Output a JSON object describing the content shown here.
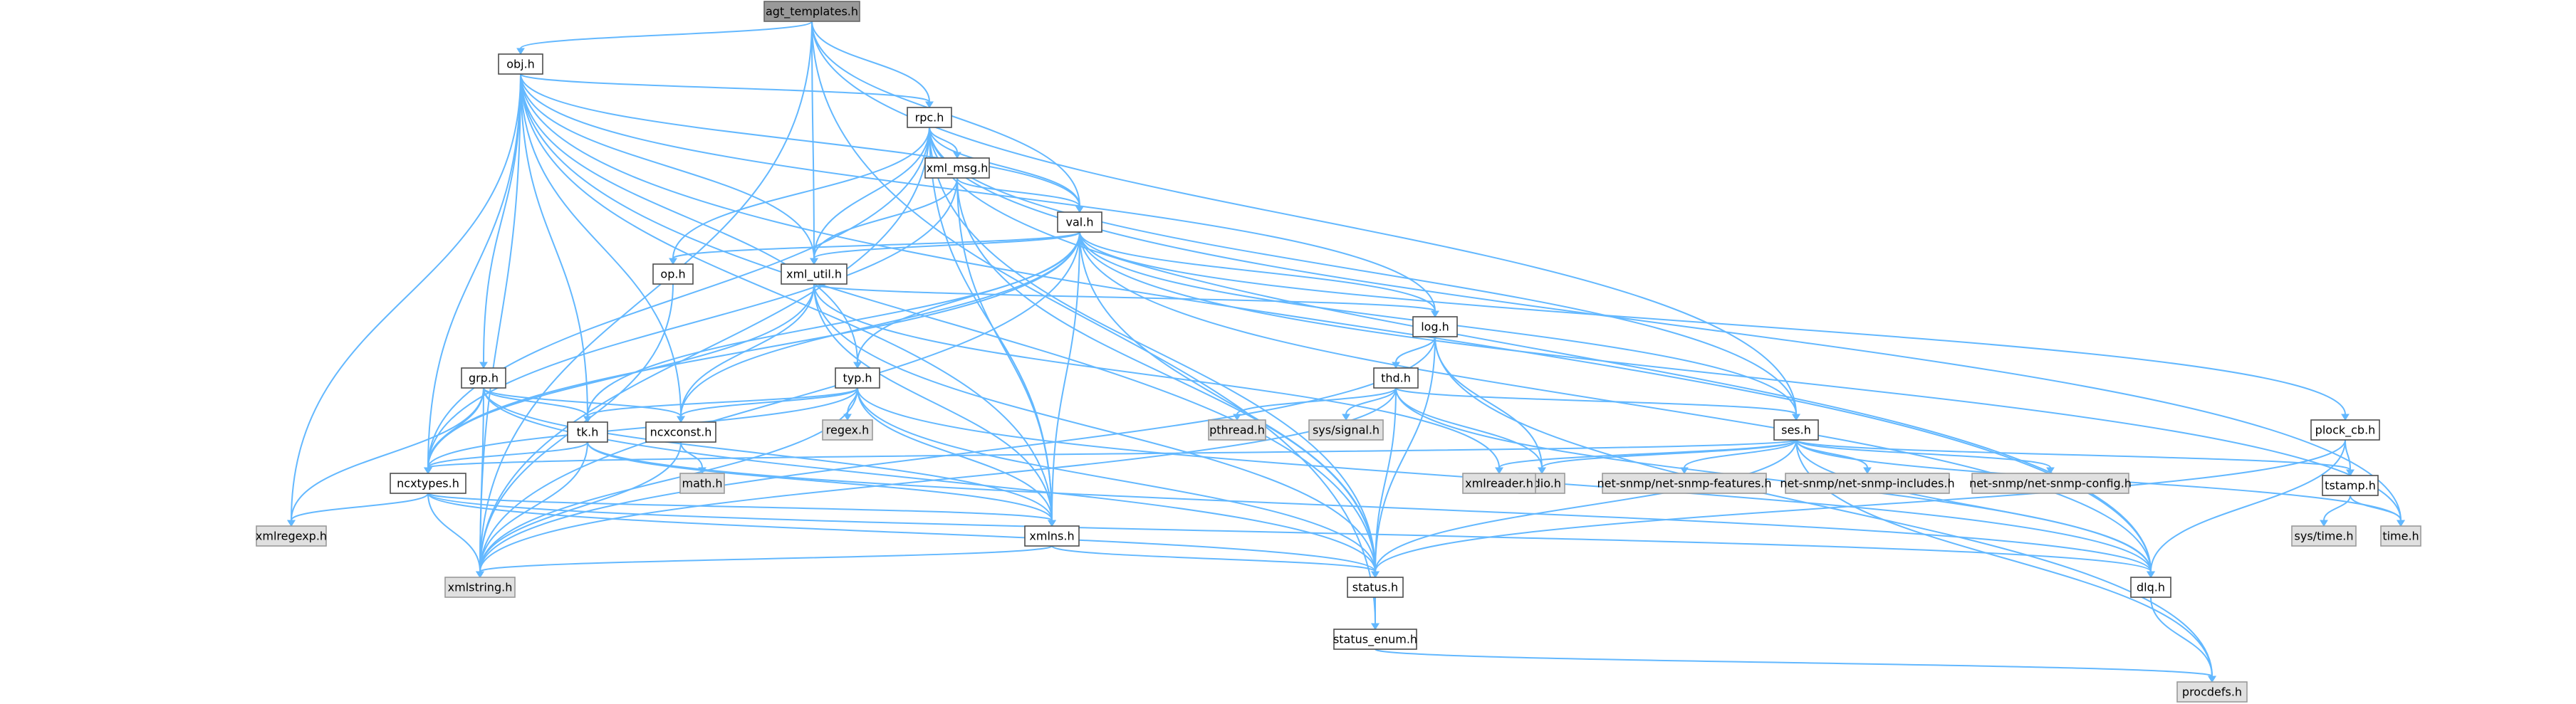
{
  "colors": {
    "edge": "#63b8ff",
    "node_border": "#4c4c4c",
    "node_fill": "#ffffff",
    "external_fill": "#e0e0e0",
    "root_fill": "#999999"
  },
  "nodes": [
    {
      "id": "agt_templates_h",
      "label": "agt_templates.h",
      "kind": "root"
    },
    {
      "id": "obj_h",
      "label": "obj.h",
      "kind": "normal"
    },
    {
      "id": "rpc_h",
      "label": "rpc.h",
      "kind": "normal"
    },
    {
      "id": "xml_msg_h",
      "label": "xml_msg.h",
      "kind": "normal"
    },
    {
      "id": "val_h",
      "label": "val.h",
      "kind": "normal"
    },
    {
      "id": "op_h",
      "label": "op.h",
      "kind": "normal"
    },
    {
      "id": "xml_util_h",
      "label": "xml_util.h",
      "kind": "normal"
    },
    {
      "id": "log_h",
      "label": "log.h",
      "kind": "normal"
    },
    {
      "id": "thd_h",
      "label": "thd.h",
      "kind": "normal"
    },
    {
      "id": "grp_h",
      "label": "grp.h",
      "kind": "normal"
    },
    {
      "id": "typ_h",
      "label": "typ.h",
      "kind": "normal"
    },
    {
      "id": "tk_h",
      "label": "tk.h",
      "kind": "normal"
    },
    {
      "id": "ncxconst_h",
      "label": "ncxconst.h",
      "kind": "normal"
    },
    {
      "id": "ses_h",
      "label": "ses.h",
      "kind": "normal"
    },
    {
      "id": "plock_cb_h",
      "label": "plock_cb.h",
      "kind": "normal"
    },
    {
      "id": "ncxtypes_h",
      "label": "ncxtypes.h",
      "kind": "normal"
    },
    {
      "id": "xmlns_h",
      "label": "xmlns.h",
      "kind": "normal"
    },
    {
      "id": "tstamp_h",
      "label": "tstamp.h",
      "kind": "normal"
    },
    {
      "id": "status_h",
      "label": "status.h",
      "kind": "normal"
    },
    {
      "id": "dlq_h",
      "label": "dlq.h",
      "kind": "normal"
    },
    {
      "id": "status_enum_h",
      "label": "status_enum.h",
      "kind": "normal"
    },
    {
      "id": "pthread_h",
      "label": "pthread.h",
      "kind": "external"
    },
    {
      "id": "sys_signal_h",
      "label": "sys/signal.h",
      "kind": "external"
    },
    {
      "id": "regex_h",
      "label": "regex.h",
      "kind": "external"
    },
    {
      "id": "math_h",
      "label": "math.h",
      "kind": "external"
    },
    {
      "id": "stdio_h",
      "label": "stdio.h",
      "kind": "external"
    },
    {
      "id": "xmlreader_h",
      "label": "xmlreader.h",
      "kind": "external"
    },
    {
      "id": "netsnmp_features_h",
      "label": "net-snmp/net-snmp-features.h",
      "kind": "external"
    },
    {
      "id": "netsnmp_includes_h",
      "label": "net-snmp/net-snmp-includes.h",
      "kind": "external"
    },
    {
      "id": "netsnmp_config_h",
      "label": "net-snmp/net-snmp-config.h",
      "kind": "external"
    },
    {
      "id": "sys_time_h",
      "label": "sys/time.h",
      "kind": "external"
    },
    {
      "id": "time_h",
      "label": "time.h",
      "kind": "external"
    },
    {
      "id": "xmlregexp_h",
      "label": "xmlregexp.h",
      "kind": "external"
    },
    {
      "id": "xmlstring_h",
      "label": "xmlstring.h",
      "kind": "external"
    },
    {
      "id": "procdefs_h",
      "label": "procdefs.h",
      "kind": "external"
    }
  ],
  "edges": [
    [
      "agt_templates_h",
      "obj_h"
    ],
    [
      "agt_templates_h",
      "rpc_h"
    ],
    [
      "agt_templates_h",
      "val_h"
    ],
    [
      "agt_templates_h",
      "xml_util_h"
    ],
    [
      "agt_templates_h",
      "ses_h"
    ],
    [
      "agt_templates_h",
      "xmlstring_h"
    ],
    [
      "agt_templates_h",
      "status_enum_h"
    ],
    [
      "obj_h",
      "rpc_h"
    ],
    [
      "obj_h",
      "xml_util_h"
    ],
    [
      "obj_h",
      "val_h"
    ],
    [
      "obj_h",
      "log_h"
    ],
    [
      "obj_h",
      "grp_h"
    ],
    [
      "obj_h",
      "typ_h"
    ],
    [
      "obj_h",
      "tk_h"
    ],
    [
      "obj_h",
      "ncxconst_h"
    ],
    [
      "obj_h",
      "ncxtypes_h"
    ],
    [
      "obj_h",
      "xmlns_h"
    ],
    [
      "obj_h",
      "status_h"
    ],
    [
      "obj_h",
      "xmlregexp_h"
    ],
    [
      "obj_h",
      "xmlstring_h"
    ],
    [
      "obj_h",
      "dlq_h"
    ],
    [
      "rpc_h",
      "xml_msg_h"
    ],
    [
      "rpc_h",
      "val_h"
    ],
    [
      "rpc_h",
      "op_h"
    ],
    [
      "rpc_h",
      "xml_util_h"
    ],
    [
      "rpc_h",
      "ses_h"
    ],
    [
      "rpc_h",
      "ncxtypes_h"
    ],
    [
      "rpc_h",
      "status_h"
    ],
    [
      "rpc_h",
      "xmlstring_h"
    ],
    [
      "rpc_h",
      "dlq_h"
    ],
    [
      "rpc_h",
      "time_h"
    ],
    [
      "rpc_h",
      "xmlns_h"
    ],
    [
      "xml_msg_h",
      "val_h"
    ],
    [
      "xml_msg_h",
      "xml_util_h"
    ],
    [
      "xml_msg_h",
      "xmlns_h"
    ],
    [
      "xml_msg_h",
      "ncxtypes_h"
    ],
    [
      "xml_msg_h",
      "status_h"
    ],
    [
      "val_h",
      "op_h"
    ],
    [
      "val_h",
      "xml_util_h"
    ],
    [
      "val_h",
      "log_h"
    ],
    [
      "val_h",
      "typ_h"
    ],
    [
      "val_h",
      "ses_h"
    ],
    [
      "val_h",
      "plock_cb_h"
    ],
    [
      "val_h",
      "ncxconst_h"
    ],
    [
      "val_h",
      "ncxtypes_h"
    ],
    [
      "val_h",
      "xmlns_h"
    ],
    [
      "val_h",
      "status_h"
    ],
    [
      "val_h",
      "dlq_h"
    ],
    [
      "val_h",
      "time_h"
    ],
    [
      "val_h",
      "xmlstring_h"
    ],
    [
      "val_h",
      "tk_h"
    ],
    [
      "op_h",
      "xmlstring_h"
    ],
    [
      "xml_util_h",
      "log_h"
    ],
    [
      "xml_util_h",
      "ncxconst_h"
    ],
    [
      "xml_util_h",
      "ncxtypes_h"
    ],
    [
      "xml_util_h",
      "xmlns_h"
    ],
    [
      "xml_util_h",
      "xmlreader_h"
    ],
    [
      "xml_util_h",
      "status_h"
    ],
    [
      "log_h",
      "thd_h"
    ],
    [
      "log_h",
      "stdio_h"
    ],
    [
      "log_h",
      "status_h"
    ],
    [
      "log_h",
      "xmlstring_h"
    ],
    [
      "log_h",
      "procdefs_h"
    ],
    [
      "thd_h",
      "pthread_h"
    ],
    [
      "thd_h",
      "sys_signal_h"
    ],
    [
      "thd_h",
      "ses_h"
    ],
    [
      "thd_h",
      "stdio_h"
    ],
    [
      "thd_h",
      "status_h"
    ],
    [
      "thd_h",
      "xmlstring_h"
    ],
    [
      "thd_h",
      "dlq_h"
    ],
    [
      "grp_h",
      "tk_h"
    ],
    [
      "grp_h",
      "ncxconst_h"
    ],
    [
      "grp_h",
      "ncxtypes_h"
    ],
    [
      "grp_h",
      "xmlns_h"
    ],
    [
      "grp_h",
      "status_h"
    ],
    [
      "grp_h",
      "xmlregexp_h"
    ],
    [
      "grp_h",
      "xmlstring_h"
    ],
    [
      "typ_h",
      "tk_h"
    ],
    [
      "typ_h",
      "ncxconst_h"
    ],
    [
      "typ_h",
      "regex_h"
    ],
    [
      "typ_h",
      "ncxtypes_h"
    ],
    [
      "typ_h",
      "xmlns_h"
    ],
    [
      "typ_h",
      "status_h"
    ],
    [
      "typ_h",
      "xmlstring_h"
    ],
    [
      "typ_h",
      "dlq_h"
    ],
    [
      "tk_h",
      "ncxtypes_h"
    ],
    [
      "tk_h",
      "xmlns_h"
    ],
    [
      "tk_h",
      "xmlstring_h"
    ],
    [
      "tk_h",
      "dlq_h"
    ],
    [
      "ncxconst_h",
      "math_h"
    ],
    [
      "ncxconst_h",
      "xmlstring_h"
    ],
    [
      "ses_h",
      "ncxtypes_h"
    ],
    [
      "ses_h",
      "stdio_h"
    ],
    [
      "ses_h",
      "xmlreader_h"
    ],
    [
      "ses_h",
      "netsnmp_features_h"
    ],
    [
      "ses_h",
      "netsnmp_includes_h"
    ],
    [
      "ses_h",
      "netsnmp_config_h"
    ],
    [
      "ses_h",
      "tstamp_h"
    ],
    [
      "ses_h",
      "time_h"
    ],
    [
      "ses_h",
      "status_h"
    ],
    [
      "ses_h",
      "dlq_h"
    ],
    [
      "ses_h",
      "procdefs_h"
    ],
    [
      "plock_cb_h",
      "tstamp_h"
    ],
    [
      "plock_cb_h",
      "status_h"
    ],
    [
      "plock_cb_h",
      "dlq_h"
    ],
    [
      "ncxtypes_h",
      "xmlregexp_h"
    ],
    [
      "ncxtypes_h",
      "xmlstring_h"
    ],
    [
      "ncxtypes_h",
      "xmlns_h"
    ],
    [
      "ncxtypes_h",
      "status_h"
    ],
    [
      "ncxtypes_h",
      "dlq_h"
    ],
    [
      "xmlns_h",
      "status_h"
    ],
    [
      "xmlns_h",
      "xmlstring_h"
    ],
    [
      "tstamp_h",
      "sys_time_h"
    ],
    [
      "tstamp_h",
      "time_h"
    ],
    [
      "status_h",
      "status_enum_h"
    ],
    [
      "status_enum_h",
      "procdefs_h"
    ],
    [
      "dlq_h",
      "procdefs_h"
    ]
  ]
}
